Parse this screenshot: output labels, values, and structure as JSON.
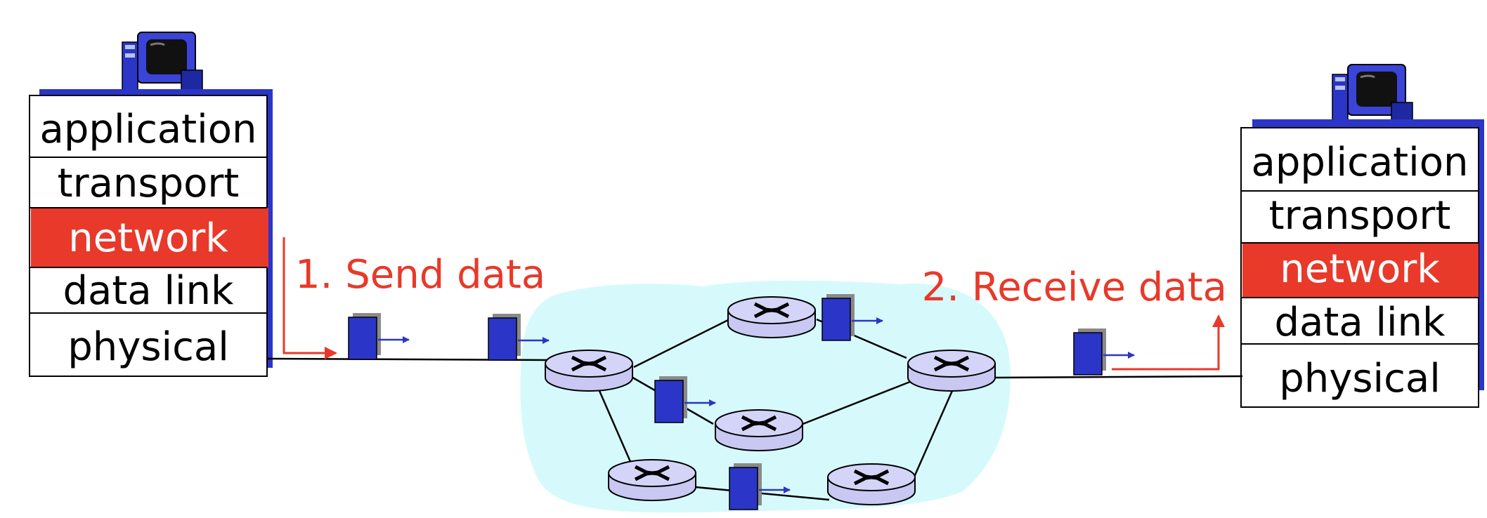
{
  "left_host": {
    "layers": [
      "application",
      "transport",
      "network",
      "data link",
      "physical"
    ],
    "highlighted_layer": "network"
  },
  "right_host": {
    "layers": [
      "application",
      "transport",
      "network",
      "data link",
      "physical"
    ],
    "highlighted_layer": "network"
  },
  "step_labels": {
    "send": "1. Send data",
    "receive": "2. Receive data"
  },
  "colors": {
    "highlight": "#e8392a",
    "stack_shadow": "#2b35c8",
    "cloud": "#d6fafc",
    "router": "#c8c8f2",
    "packet": "#2b35c8"
  },
  "icons": {
    "host": "desktop-computer-icon",
    "router": "router-icon",
    "packet": "packet-icon"
  }
}
